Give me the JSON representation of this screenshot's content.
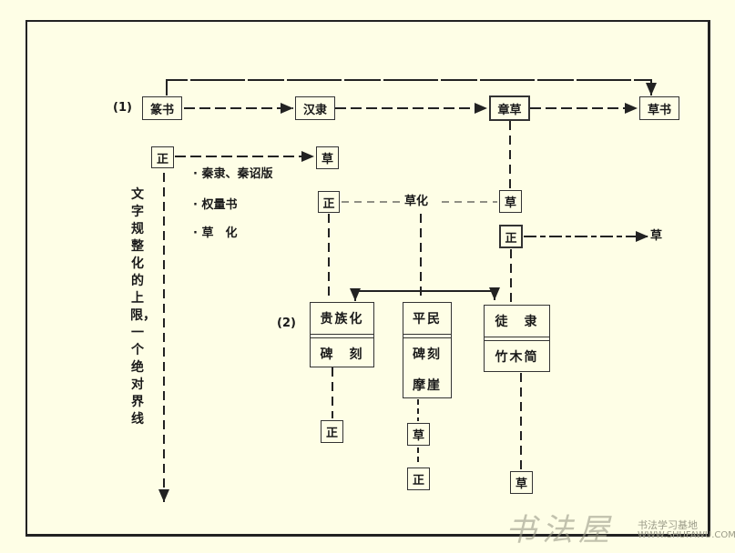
{
  "row1": {
    "label": "(1)",
    "nodes": [
      "篆书",
      "汉隶",
      "章草",
      "草书"
    ]
  },
  "left_branch": {
    "zheng": "正",
    "cao": "草",
    "bullets": [
      "秦隶、秦诏版",
      "权量书",
      "草　化"
    ]
  },
  "vertical_label": "文字规整化的上限，一个绝对界线",
  "mid_row": {
    "zheng": "正",
    "label": "草化",
    "cao": "草"
  },
  "right_row": {
    "zheng": "正",
    "cao": "草"
  },
  "row2": {
    "label": "(2)",
    "boxes": [
      {
        "top": "贵族化",
        "bottom": [
          "碑　刻"
        ]
      },
      {
        "top": "平民",
        "bottom": [
          "碑刻",
          "摩崖"
        ]
      },
      {
        "top": "徒　隶",
        "bottom": [
          "竹木简"
        ]
      }
    ],
    "outputs": [
      [
        "正"
      ],
      [
        "草",
        "正"
      ],
      [
        "草"
      ]
    ]
  },
  "watermark": {
    "logo": "书法屋",
    "tagline": "书法学习基地",
    "url": "WWW.SHUFAWU.COM"
  }
}
